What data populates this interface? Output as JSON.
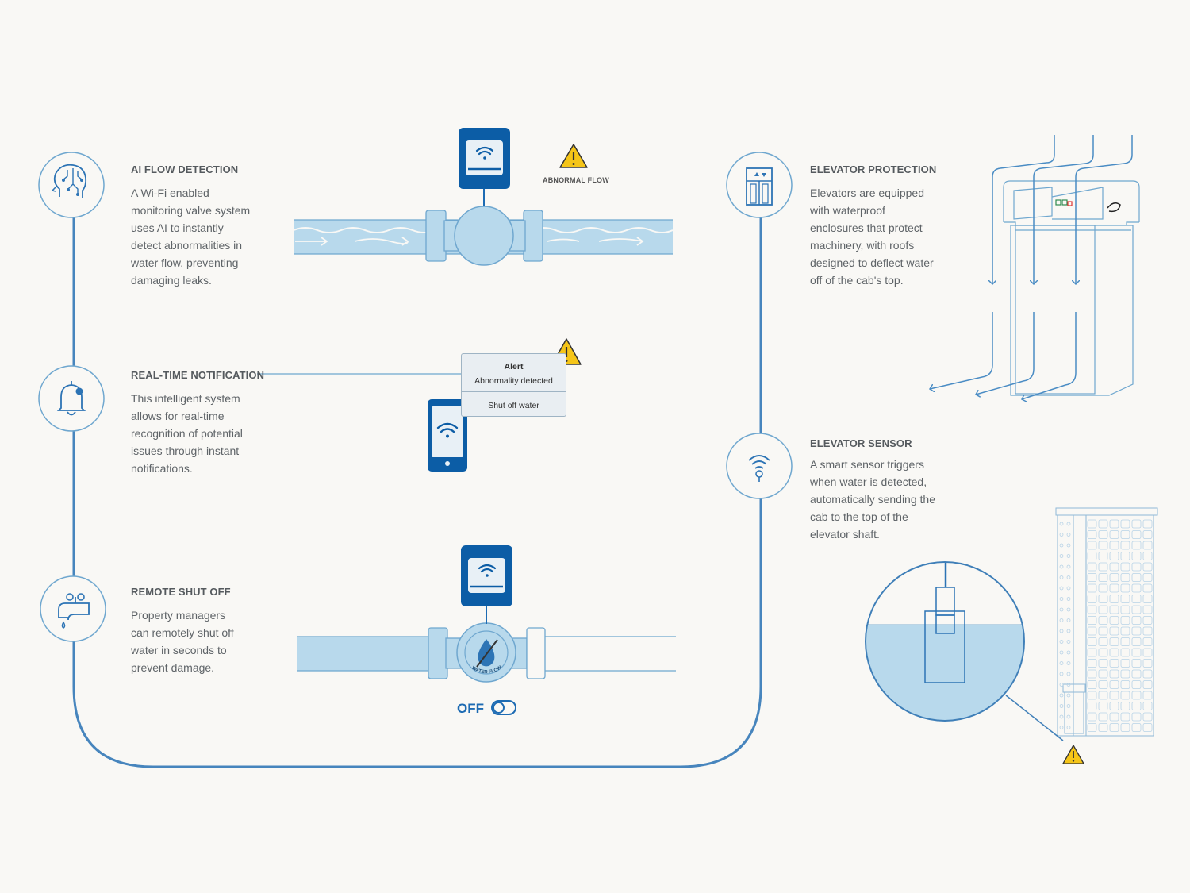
{
  "features": {
    "ai_flow": {
      "title": "AI FLOW DETECTION",
      "lines": [
        "A Wi-Fi enabled",
        "monitoring valve system",
        "uses AI to instantly",
        "detect abnormalities in",
        "water flow, preventing",
        "damaging leaks."
      ]
    },
    "notification": {
      "title": "REAL-TIME NOTIFICATION",
      "lines": [
        "This intelligent system",
        "allows for real-time",
        "recognition of potential",
        "issues through instant",
        "notifications."
      ]
    },
    "shutoff": {
      "title": "REMOTE SHUT OFF",
      "lines": [
        "Property managers",
        "can remotely shut off",
        "water in seconds to",
        "prevent damage."
      ]
    },
    "elevator_protection": {
      "title": "ELEVATOR PROTECTION",
      "lines": [
        "Elevators are equipped",
        "with waterproof",
        "enclosures that protect",
        "machinery, with roofs",
        "designed to deflect water",
        "off of the cab's top."
      ]
    },
    "elevator_sensor": {
      "title": "ELEVATOR SENSOR",
      "lines": [
        "A smart sensor triggers",
        "when water is detected,",
        "automatically sending the",
        "cab to the top of the",
        "elevator shaft."
      ]
    }
  },
  "abnormal_flow_label": "ABNORMAL FLOW",
  "alert": {
    "title": "Alert",
    "message": "Abnormality detected",
    "action": "Shut off water"
  },
  "valve_label": "WATER FLOW",
  "toggle": {
    "label": "OFF",
    "state": "off"
  },
  "colors": {
    "primary_blue": "#1d6bb3",
    "dark_blue": "#0c5da6",
    "light_blue": "#b5d7ea",
    "pipe_stroke": "#6fa7cf",
    "warning_yellow": "#f5c518",
    "background": "#f9f8f5"
  },
  "icons": [
    "ai-head-icon",
    "bell-icon",
    "faucet-icon",
    "elevator-icon",
    "sensor-icon",
    "wifi-icon",
    "warning-icon"
  ]
}
